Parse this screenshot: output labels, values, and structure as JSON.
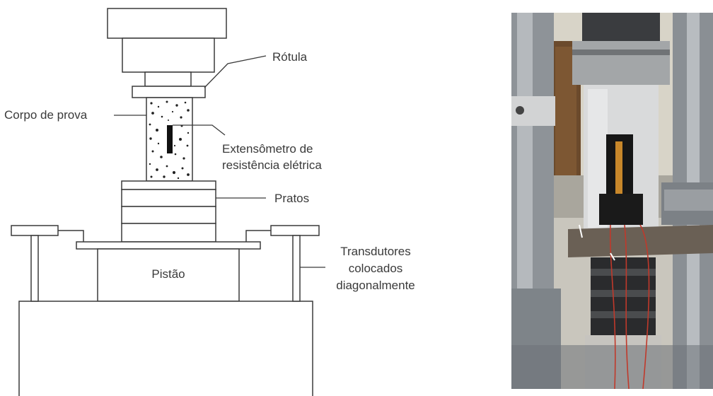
{
  "diagram": {
    "labels": {
      "rotula": "Rótula",
      "corpo_de_prova": "Corpo de prova",
      "extensometro_line1": "Extensômetro de",
      "extensometro_line2": "resistência elétrica",
      "pratos": "Pratos",
      "pistao": "Pistão",
      "transdutores_line1": "Transdutores",
      "transdutores_line2": "colocados",
      "transdutores_line3": "diagonalmente"
    },
    "colors": {
      "stroke": "#3a3a3a",
      "text": "#3a3a3a",
      "gauge": "#111111"
    }
  },
  "photo": {
    "subject": "test-setup-photograph",
    "colors": {
      "column": "#8e9398",
      "specimen": "#d9dadb",
      "wire": "#c0392b",
      "background": "#c9c6bd"
    }
  }
}
